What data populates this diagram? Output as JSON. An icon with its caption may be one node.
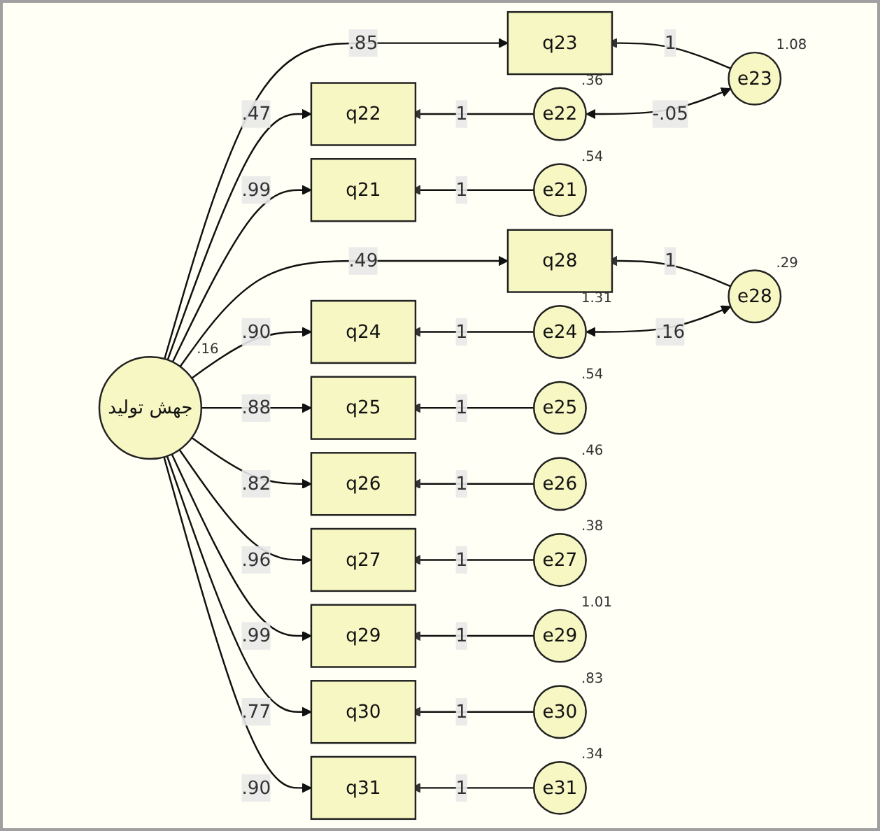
{
  "diagram": {
    "nodes": [
      {
        "text": [
          "جهش تولید"
        ],
        "beside": [
          ".16"
        ]
      },
      {
        "text": [
          "q21"
        ]
      },
      {
        "text": [
          "q22"
        ]
      },
      {
        "text": [
          "q23"
        ]
      },
      {
        "text": [
          "q24"
        ]
      },
      {
        "text": [
          "q25"
        ]
      },
      {
        "text": [
          "q26"
        ]
      },
      {
        "text": [
          "q27"
        ]
      },
      {
        "text": [
          "q28"
        ]
      },
      {
        "text": [
          "q29"
        ]
      },
      {
        "text": [
          "q30"
        ]
      },
      {
        "text": [
          "q31"
        ]
      },
      {
        "text": [
          "e21"
        ],
        "beside": [
          ".54"
        ]
      },
      {
        "text": [
          "e22"
        ],
        "beside": [
          ".36"
        ]
      },
      {
        "text": [
          "e23"
        ],
        "beside": [
          "1.08"
        ]
      },
      {
        "text": [
          "e24"
        ],
        "beside": [
          "1.31"
        ]
      },
      {
        "text": [
          "e25"
        ],
        "beside": [
          ".54"
        ]
      },
      {
        "text": [
          "e26"
        ],
        "beside": [
          ".46"
        ]
      },
      {
        "text": [
          "e27"
        ],
        "beside": [
          ".38"
        ]
      },
      {
        "text": [
          "e28"
        ],
        "beside": [
          ".29"
        ]
      },
      {
        "text": [
          "e29"
        ],
        "beside": [
          "1.01"
        ]
      },
      {
        "text": [
          "e30"
        ],
        "beside": [
          ".83"
        ]
      },
      {
        "text": [
          "e31"
        ],
        "beside": [
          ".34"
        ]
      }
    ],
    "edges": [
      {
        "from": 0,
        "to": 1,
        "arrow": "to",
        "label": ".99"
      },
      {
        "from": 0,
        "to": 2,
        "arrow": "to",
        "label": ".47"
      },
      {
        "from": 0,
        "to": 3,
        "arrow": "to",
        "label": ".85"
      },
      {
        "from": 0,
        "to": 4,
        "arrow": "to",
        "label": ".90"
      },
      {
        "from": 0,
        "to": 5,
        "arrow": "to",
        "label": ".88"
      },
      {
        "from": 0,
        "to": 6,
        "arrow": "to",
        "label": ".82"
      },
      {
        "from": 0,
        "to": 7,
        "arrow": "to",
        "label": ".96"
      },
      {
        "from": 0,
        "to": 8,
        "arrow": "to",
        "label": ".49"
      },
      {
        "from": 0,
        "to": 9,
        "arrow": "to",
        "label": ".99"
      },
      {
        "from": 0,
        "to": 10,
        "arrow": "to",
        "label": ".77"
      },
      {
        "from": 0,
        "to": 11,
        "arrow": "to",
        "label": ".90"
      },
      {
        "from": 12,
        "to": 1,
        "arrow": "to",
        "label": "1"
      },
      {
        "from": 13,
        "to": 2,
        "arrow": "to",
        "label": "1"
      },
      {
        "from": 14,
        "to": 3,
        "arrow": "to",
        "label": "1"
      },
      {
        "from": 15,
        "to": 4,
        "arrow": "to",
        "label": "1"
      },
      {
        "from": 16,
        "to": 5,
        "arrow": "to",
        "label": "1"
      },
      {
        "from": 17,
        "to": 6,
        "arrow": "to",
        "label": "1"
      },
      {
        "from": 18,
        "to": 7,
        "arrow": "to",
        "label": "1"
      },
      {
        "from": 19,
        "to": 8,
        "arrow": "to",
        "label": "1"
      },
      {
        "from": 20,
        "to": 9,
        "arrow": "to",
        "label": "1"
      },
      {
        "from": 21,
        "to": 10,
        "arrow": "to",
        "label": "1"
      },
      {
        "from": 22,
        "to": 11,
        "arrow": "to",
        "label": "1"
      },
      {
        "from": 13,
        "to": 14,
        "arrow": "both",
        "label": "-.05"
      },
      {
        "from": 15,
        "to": 19,
        "arrow": "both",
        "label": ".16"
      }
    ]
  }
}
